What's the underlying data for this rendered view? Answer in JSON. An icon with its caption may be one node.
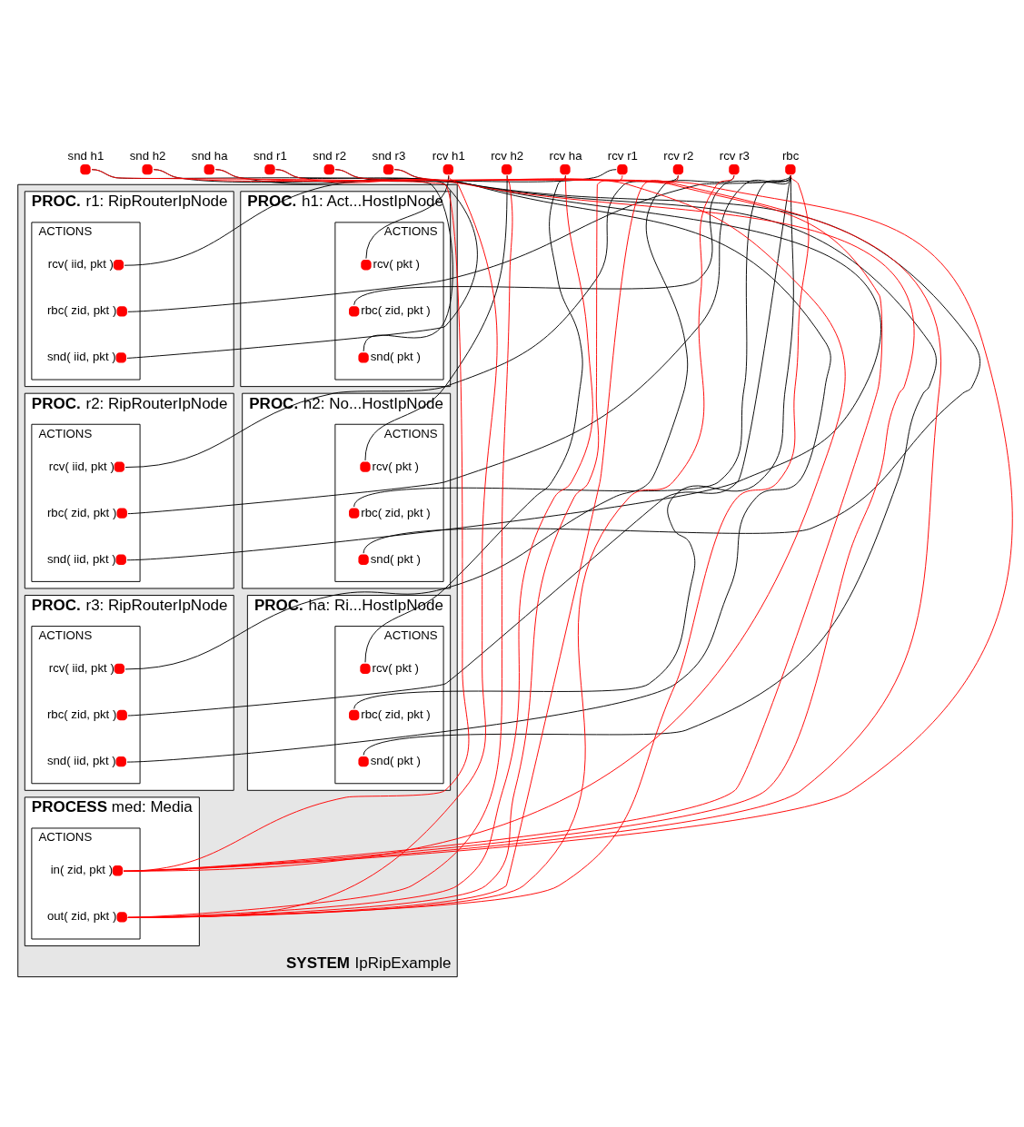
{
  "diagram": {
    "nodes": [
      {
        "text": [
          "snd h1"
        ]
      },
      {
        "text": [
          "snd h2"
        ]
      },
      {
        "text": [
          "snd ha"
        ]
      },
      {
        "text": [
          "snd r1"
        ]
      },
      {
        "text": [
          "snd r2"
        ]
      },
      {
        "text": [
          "snd r3"
        ]
      },
      {
        "text": [
          "rcv h1"
        ]
      },
      {
        "text": [
          "rcv h2"
        ]
      },
      {
        "text": [
          "rcv ha"
        ]
      },
      {
        "text": [
          "rcv r1"
        ]
      },
      {
        "text": [
          "rcv r2"
        ]
      },
      {
        "text": [
          "rcv r3"
        ]
      },
      {
        "text": [
          "rbc"
        ]
      },
      {
        "text": [
          "**SYSTEM** IpRipExample"
        ]
      },
      {
        "text": [
          "**PROC.** r1: RipRouterIpNode"
        ],
        "in": 13
      },
      {
        "text": [
          "ACTIONS"
        ],
        "in": 14
      },
      {
        "text": [
          "rcv( iid, pkt )"
        ],
        "in": 15
      },
      {
        "text": [
          "rbc( zid, pkt )"
        ],
        "in": 15
      },
      {
        "text": [
          "snd( iid, pkt )"
        ],
        "in": 15
      },
      {
        "text": [
          "**PROC.** h1: Act...HostIpNode"
        ],
        "in": 13
      },
      {
        "text": [
          "ACTIONS"
        ],
        "in": 19
      },
      {
        "text": [
          "rcv( pkt )"
        ],
        "in": 20
      },
      {
        "text": [
          "rbc( zid, pkt )"
        ],
        "in": 20
      },
      {
        "text": [
          "snd( pkt )"
        ],
        "in": 20
      },
      {
        "text": [
          "**PROC.** r2: RipRouterIpNode"
        ],
        "in": 13
      },
      {
        "text": [
          "ACTIONS"
        ],
        "in": 24
      },
      {
        "text": [
          "rcv( iid, pkt )"
        ],
        "in": 25
      },
      {
        "text": [
          "rbc( zid, pkt )"
        ],
        "in": 25
      },
      {
        "text": [
          "snd( iid, pkt )"
        ],
        "in": 25
      },
      {
        "text": [
          "**PROC.** h2: No...HostIpNode"
        ],
        "in": 13
      },
      {
        "text": [
          "ACTIONS"
        ],
        "in": 29
      },
      {
        "text": [
          "rcv( pkt )"
        ],
        "in": 30
      },
      {
        "text": [
          "rbc( zid, pkt )"
        ],
        "in": 30
      },
      {
        "text": [
          "snd( pkt )"
        ],
        "in": 30
      },
      {
        "text": [
          "**PROC.** r3: RipRouterIpNode"
        ],
        "in": 13
      },
      {
        "text": [
          "ACTIONS"
        ],
        "in": 34
      },
      {
        "text": [
          "rcv( iid, pkt )"
        ],
        "in": 35
      },
      {
        "text": [
          "rbc( zid, pkt )"
        ],
        "in": 35
      },
      {
        "text": [
          "snd( iid, pkt )"
        ],
        "in": 35
      },
      {
        "text": [
          "**PROC.** ha: Ri...HostIpNode"
        ],
        "in": 13
      },
      {
        "text": [
          "ACTIONS"
        ],
        "in": 39
      },
      {
        "text": [
          "rcv( pkt )"
        ],
        "in": 40
      },
      {
        "text": [
          "rbc( zid, pkt )"
        ],
        "in": 40
      },
      {
        "text": [
          "snd( pkt )"
        ],
        "in": 40
      },
      {
        "text": [
          "**PROCESS** med: Media"
        ],
        "in": 13
      },
      {
        "text": [
          "ACTIONS"
        ],
        "in": 44
      },
      {
        "text": [
          "in( zid, pkt )"
        ],
        "in": 45
      },
      {
        "text": [
          "out( zid, pkt )"
        ],
        "in": 45
      }
    ],
    "edges": [
      {
        "from": 16,
        "to": 9,
        "arrow": "none"
      },
      {
        "from": 17,
        "to": 12,
        "arrow": "none"
      },
      {
        "from": 18,
        "to": 3,
        "arrow": "none"
      },
      {
        "from": 21,
        "to": 6,
        "arrow": "none"
      },
      {
        "from": 22,
        "to": 12,
        "arrow": "none"
      },
      {
        "from": 23,
        "to": 0,
        "arrow": "none"
      },
      {
        "from": 26,
        "to": 10,
        "arrow": "none"
      },
      {
        "from": 27,
        "to": 12,
        "arrow": "none"
      },
      {
        "from": 28,
        "to": 4,
        "arrow": "none"
      },
      {
        "from": 31,
        "to": 7,
        "arrow": "none"
      },
      {
        "from": 32,
        "to": 12,
        "arrow": "none"
      },
      {
        "from": 33,
        "to": 1,
        "arrow": "none"
      },
      {
        "from": 36,
        "to": 11,
        "arrow": "none"
      },
      {
        "from": 37,
        "to": 12,
        "arrow": "none"
      },
      {
        "from": 38,
        "to": 5,
        "arrow": "none"
      },
      {
        "from": 41,
        "to": 8,
        "arrow": "none"
      },
      {
        "from": 42,
        "to": 12,
        "arrow": "none"
      },
      {
        "from": 43,
        "to": 2,
        "arrow": "none"
      },
      {
        "from": 46,
        "to": 0,
        "arrow": "none",
        "color": "#ff0000"
      },
      {
        "from": 46,
        "to": 1,
        "arrow": "none",
        "color": "#ff0000"
      },
      {
        "from": 46,
        "to": 2,
        "arrow": "none",
        "color": "#ff0000"
      },
      {
        "from": 46,
        "to": 3,
        "arrow": "none",
        "color": "#ff0000"
      },
      {
        "from": 46,
        "to": 4,
        "arrow": "none",
        "color": "#ff0000"
      },
      {
        "from": 46,
        "to": 5,
        "arrow": "none",
        "color": "#ff0000"
      },
      {
        "from": 47,
        "to": 6,
        "arrow": "none",
        "color": "#ff0000"
      },
      {
        "from": 47,
        "to": 7,
        "arrow": "none",
        "color": "#ff0000"
      },
      {
        "from": 47,
        "to": 8,
        "arrow": "none",
        "color": "#ff0000"
      },
      {
        "from": 47,
        "to": 9,
        "arrow": "none",
        "color": "#ff0000"
      },
      {
        "from": 47,
        "to": 10,
        "arrow": "none",
        "color": "#ff0000"
      },
      {
        "from": 47,
        "to": 11,
        "arrow": "none",
        "color": "#ff0000"
      },
      {
        "from": 47,
        "to": 12,
        "arrow": "none",
        "color": "#ff0000"
      }
    ]
  }
}
